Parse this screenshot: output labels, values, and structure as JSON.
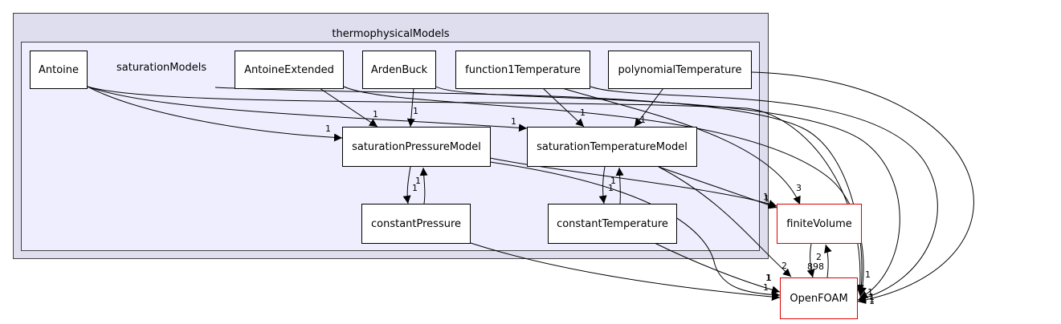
{
  "diagram": {
    "outer_cluster": "thermophysicalModels",
    "inner_cluster_label": "saturationModels",
    "nodes": {
      "antoine": "Antoine",
      "antoine_extended": "AntoineExtended",
      "arden_buck": "ArdenBuck",
      "function1_temperature": "function1Temperature",
      "polynomial_temperature": "polynomialTemperature",
      "saturation_pressure_model": "saturationPressureModel",
      "saturation_temperature_model": "saturationTemperatureModel",
      "constant_pressure": "constantPressure",
      "constant_temperature": "constantTemperature",
      "finite_volume": "finiteVolume",
      "openfoam": "OpenFOAM"
    },
    "edge_labels": {
      "antoine_spm": "1",
      "antoine_stm": "1",
      "antoine_ext_spm": "1",
      "arden_spm": "1",
      "f1t_stm": "1",
      "poly_stm": "1",
      "spm_cp": "1",
      "cp_spm": "1",
      "stm_ct": "1",
      "ct_stm": "1",
      "f1t_fv": "3",
      "spm_fv": "1",
      "stm_fv": "1",
      "stm_of": "2",
      "cp_of": "1",
      "ct_of": "1",
      "fv_of": "898",
      "of_fv": "2",
      "spm_of": "1",
      "arden_of": "1",
      "poly_of": "1",
      "antoine_of": "1",
      "antext_of": "1",
      "f1t_of": "1"
    }
  },
  "colors": {
    "outer_fill": "#dedeee",
    "inner_fill": "#eeeefe",
    "border": "#404040",
    "external_border": "#e00000",
    "edge": "#000000"
  }
}
